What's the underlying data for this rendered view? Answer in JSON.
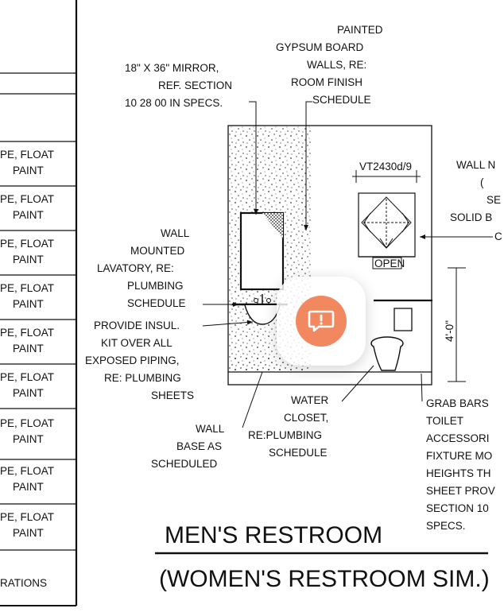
{
  "schedule": {
    "rows": [
      {
        "line1": "PE, FLOAT",
        "line2": "PAINT"
      },
      {
        "line1": "PE, FLOAT",
        "line2": "PAINT"
      },
      {
        "line1": "PE, FLOAT",
        "line2": "PAINT"
      },
      {
        "line1": "PE, FLOAT",
        "line2": "PAINT"
      },
      {
        "line1": "PE, FLOAT",
        "line2": "PAINT"
      },
      {
        "line1": "PE, FLOAT",
        "line2": "PAINT"
      },
      {
        "line1": "PE, FLOAT",
        "line2": "PAINT"
      },
      {
        "line1": "PE, FLOAT",
        "line2": "PAINT"
      },
      {
        "line1": "PE, FLOAT",
        "line2": "PAINT"
      }
    ],
    "footer": "RATIONS"
  },
  "callouts": {
    "mirror": [
      "18\" X 36\" MIRROR,",
      "REF. SECTION",
      "10 28 00 IN SPECS."
    ],
    "gypsum": [
      "PAINTED",
      "GYPSUM BOARD",
      "WALLS, RE:",
      "ROOM FINISH",
      "SCHEDULE"
    ],
    "lavatory": [
      "WALL",
      "MOUNTED",
      "LAVATORY, RE:",
      "PLUMBING",
      "SCHEDULE"
    ],
    "insulation": [
      "PROVIDE INSUL.",
      "KIT  OVER ALL",
      "EXPOSED PIPING,",
      "RE: PLUMBING",
      "SHEETS"
    ],
    "wall_base": [
      "WALL",
      "BASE AS",
      "SCHEDULED"
    ],
    "water_closet": [
      "WATER",
      "CLOSET,",
      "RE:PLUMBING",
      "SCHEDULE"
    ],
    "wall_mounted_right": [
      "WALL N",
      "(",
      "SE",
      "SOLID B",
      "C"
    ],
    "grab_bars": [
      "GRAB BARS",
      "TOILET",
      "ACCESSORI",
      "FIXTURE MO",
      "HEIGHTS TH",
      "SHEET PROV",
      "SECTION 10",
      "SPECS."
    ],
    "vt_tag": "VT2430d/9",
    "open_label": "OPEN",
    "height_dim": "4'-0\""
  },
  "titles": {
    "main": "MEN'S RESTROOM",
    "sub": "(WOMEN'S RESTROOM SIM.)"
  },
  "colors": {
    "ink": "#111111",
    "report_accent": "#f1885f"
  },
  "overlay": {
    "icon": "report-issue-icon"
  }
}
